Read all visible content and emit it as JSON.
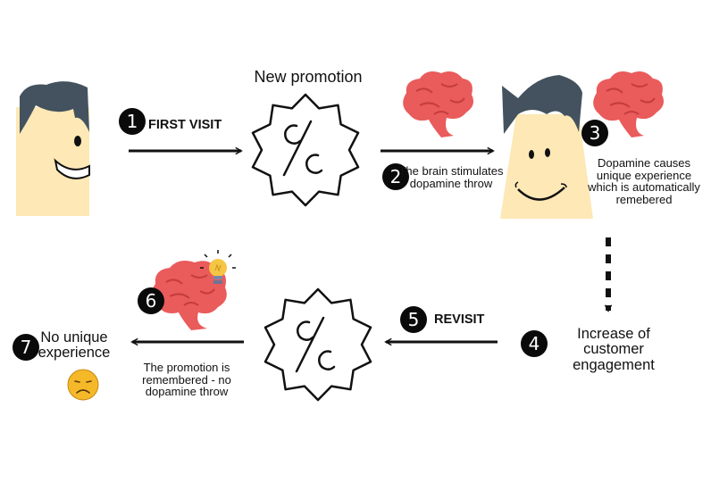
{
  "colors": {
    "skin": "#fde8b6",
    "hair": "#43525e",
    "brain": "#ea5b5b",
    "brain_fold": "#c43d3d",
    "bulb": "#f6c544",
    "sad_face": "#f5b829",
    "ink": "#111111"
  },
  "icons": [
    "happy-person-icon",
    "smiling-person-icon",
    "brain-icon",
    "brain-lightbulb-icon",
    "discount-badge-icon",
    "sad-face-icon"
  ],
  "steps": [
    {
      "number": "1",
      "label": "FIRST VISIT"
    },
    {
      "number": "2",
      "label": "The brain stimulates dopamine throw"
    },
    {
      "number": "3",
      "label": "Dopamine causes unique experience which is automatically remebered"
    },
    {
      "number": "4",
      "label": "Increase of customer engagement"
    },
    {
      "number": "5",
      "label": "REVISIT"
    },
    {
      "number": "6",
      "label": ""
    },
    {
      "number": "7",
      "label": "No unique experience"
    }
  ],
  "promotion": {
    "label": "New promotion"
  },
  "remembered_note": "The promotion is remembered - no dopamine throw"
}
